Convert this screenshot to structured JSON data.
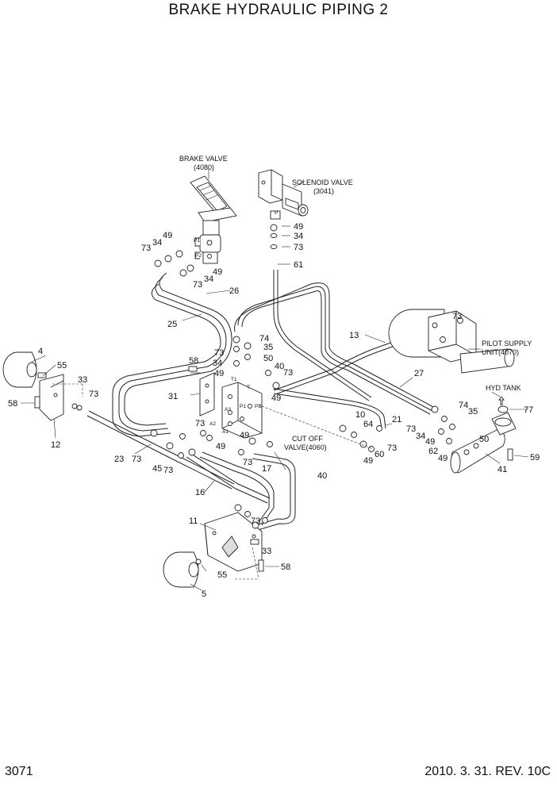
{
  "header": {
    "title": "BRAKE HYDRAULIC PIPING 2"
  },
  "footer": {
    "page_number": "3071",
    "revision": "2010. 3. 31. REV. 10C"
  },
  "components": {
    "brake_valve": {
      "name": "BRAKE VALVE",
      "code": "(4080)",
      "port_p1": "P1",
      "port_p2": "P2"
    },
    "solenoid_valve": {
      "name": "SOLENOID VALVE",
      "code": "(3041)",
      "port_p": "P"
    },
    "pilot_supply": {
      "name": "PILOT SUPPLY",
      "code": "UNIT(4070)"
    },
    "cut_off_valve": {
      "name": "CUT OFF",
      "code": "VALVE(4060)",
      "ports": [
        "T1",
        "T",
        "P1",
        "PB",
        "A3",
        "A2",
        "A1"
      ]
    },
    "hyd_tank": {
      "name": "HYD TANK"
    }
  },
  "callouts": {
    "c4": "4",
    "c5": "5",
    "c10": "10",
    "c11": "11",
    "c12": "12",
    "c13": "13",
    "c16": "16",
    "c17": "17",
    "c21": "21",
    "c23": "23",
    "c25": "25",
    "c26": "26",
    "c27": "27",
    "c31": "31",
    "c33": "33",
    "c34": "34",
    "c35": "35",
    "c40": "40",
    "c41": "41",
    "c45": "45",
    "c49": "49",
    "c50": "50",
    "c55": "55",
    "c58": "58",
    "c59": "59",
    "c60": "60",
    "c61": "61",
    "c62": "62",
    "c64": "64",
    "c73": "73",
    "c74": "74",
    "c77": "77"
  }
}
